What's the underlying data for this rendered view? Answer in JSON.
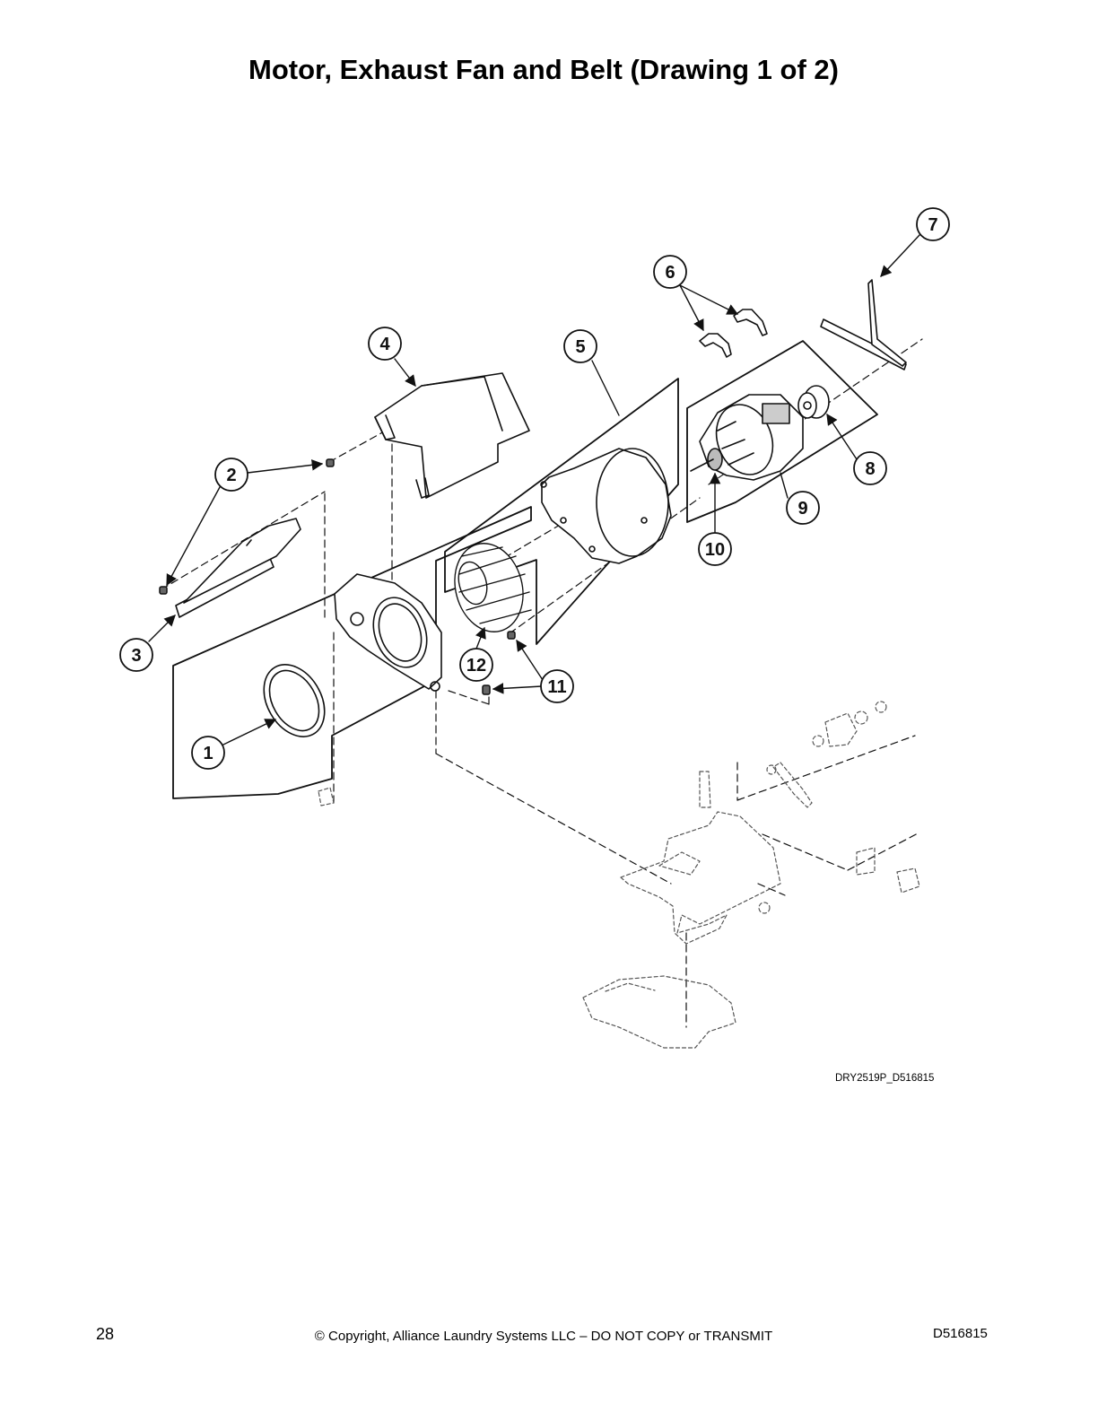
{
  "page": {
    "title": "Motor, Exhaust Fan and Belt (Drawing 1 of 2)",
    "drawing_id": "DRY2519P_D516815",
    "page_number": "28",
    "copyright": "© Copyright, Alliance Laundry Systems LLC – DO NOT COPY or TRANSMIT",
    "doc_number": "D516815"
  },
  "callouts": [
    "1",
    "2",
    "3",
    "4",
    "5",
    "6",
    "7",
    "8",
    "9",
    "10",
    "11",
    "12"
  ]
}
